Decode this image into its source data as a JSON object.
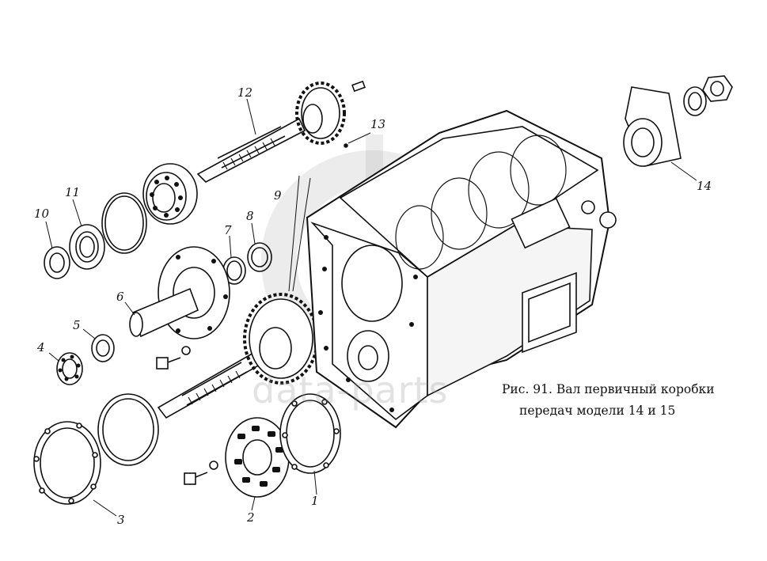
{
  "figure": {
    "caption_line1": "Рис. 91. Вал первичный коробки",
    "caption_line2": "передач модели 14  и 15"
  },
  "watermark": {
    "text": "data-parts"
  },
  "callouts": {
    "c1": "1",
    "c2": "2",
    "c3": "3",
    "c4": "4",
    "c5": "5",
    "c6": "6",
    "c7": "7",
    "c8": "8",
    "c9": "9",
    "c10": "10",
    "c11": "11",
    "c12": "12",
    "c13": "13",
    "c14": "14"
  },
  "colors": {
    "ink": "#111111",
    "watermark": "#bdbdbd"
  }
}
